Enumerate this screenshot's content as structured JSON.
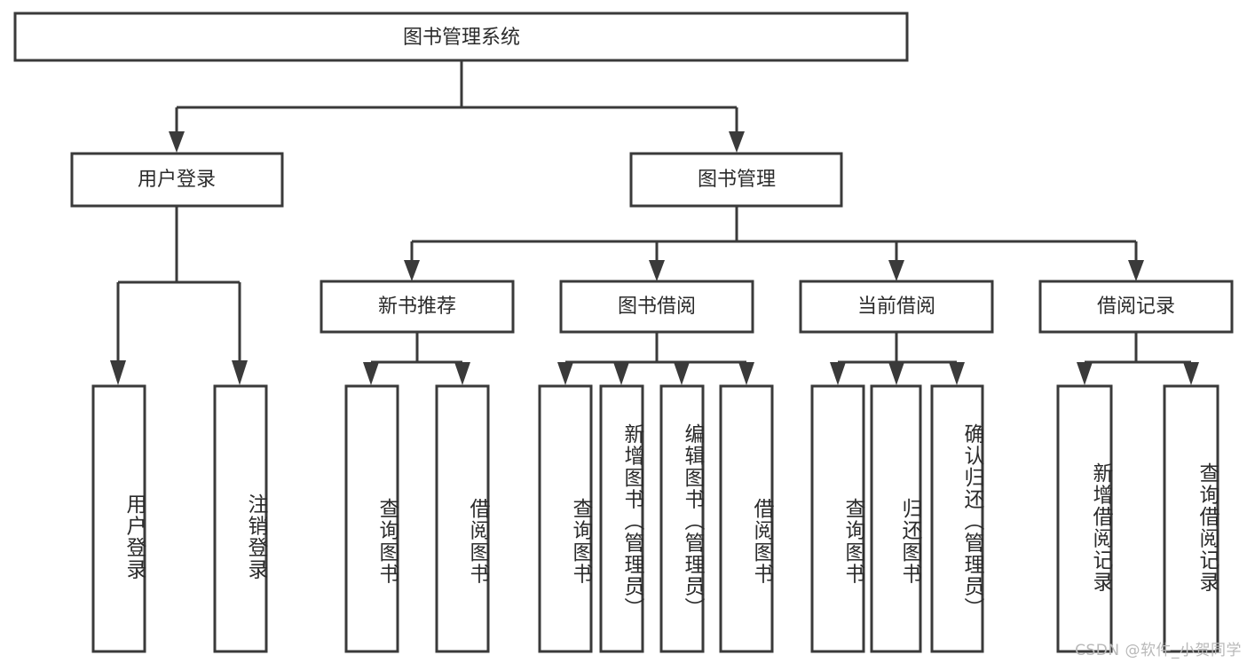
{
  "diagram": {
    "title": "图书管理系统",
    "type": "hierarchy-tree",
    "orientation": "top-down",
    "colors": {
      "stroke": "#3a3a3a",
      "fill": "#ffffff",
      "text": "#2b2b2b",
      "background": "#ffffff",
      "watermark": "#b9b9b9"
    },
    "root": {
      "id": "root",
      "label": "图书管理系统"
    },
    "level2": [
      {
        "id": "user-login",
        "label": "用户登录"
      },
      {
        "id": "book-manage",
        "label": "图书管理"
      }
    ],
    "level3": [
      {
        "id": "new-book-recommend",
        "label": "新书推荐",
        "parent": "book-manage"
      },
      {
        "id": "book-borrow",
        "label": "图书借阅",
        "parent": "book-manage"
      },
      {
        "id": "current-borrow",
        "label": "当前借阅",
        "parent": "book-manage"
      },
      {
        "id": "borrow-record",
        "label": "借阅记录",
        "parent": "book-manage"
      }
    ],
    "leaves": {
      "user-login": [
        {
          "id": "leaf-user-login",
          "label": "用户登录"
        },
        {
          "id": "leaf-user-logout",
          "label": "注销登录"
        }
      ],
      "new-book-recommend": [
        {
          "id": "leaf-query-book-1",
          "label": "查询图书"
        },
        {
          "id": "leaf-borrow-book-1",
          "label": "借阅图书"
        }
      ],
      "book-borrow": [
        {
          "id": "leaf-query-book-2",
          "label": "查询图书"
        },
        {
          "id": "leaf-add-book",
          "label": "新增图书（管理员）"
        },
        {
          "id": "leaf-edit-book",
          "label": "编辑图书（管理员）"
        },
        {
          "id": "leaf-borrow-book-2",
          "label": "借阅图书"
        }
      ],
      "current-borrow": [
        {
          "id": "leaf-query-book-3",
          "label": "查询图书"
        },
        {
          "id": "leaf-return-book",
          "label": "归还图书"
        },
        {
          "id": "leaf-confirm-return",
          "label": "确认归还（管理员）"
        }
      ],
      "borrow-record": [
        {
          "id": "leaf-add-record",
          "label": "新增借阅记录"
        },
        {
          "id": "leaf-query-record",
          "label": "查询借阅记录"
        }
      ]
    },
    "watermark": "CSDN @软件_小贺同学"
  }
}
